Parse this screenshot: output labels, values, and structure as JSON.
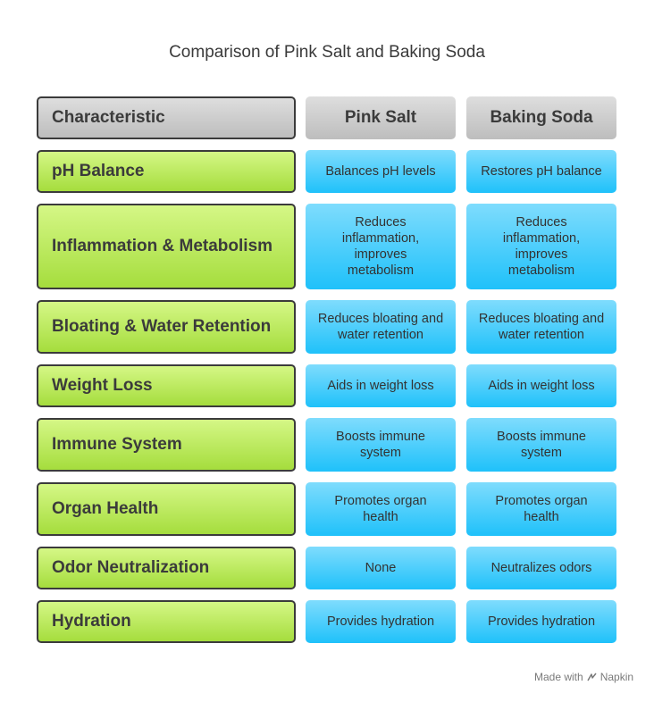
{
  "title": "Comparison of Pink Salt and Baking Soda",
  "header": {
    "col0": "Characteristic",
    "col1": "Pink Salt",
    "col2": "Baking Soda"
  },
  "rows": [
    {
      "characteristic": "pH Balance",
      "pink_salt": "Balances pH levels",
      "baking_soda": "Restores pH balance"
    },
    {
      "characteristic": "Inflammation & Metabolism",
      "pink_salt": "Reduces inflammation, improves metabolism",
      "baking_soda": "Reduces inflammation, improves metabolism"
    },
    {
      "characteristic": "Bloating & Water Retention",
      "pink_salt": "Reduces bloating and water retention",
      "baking_soda": "Reduces bloating and water retention"
    },
    {
      "characteristic": "Weight Loss",
      "pink_salt": "Aids in weight loss",
      "baking_soda": "Aids in weight loss"
    },
    {
      "characteristic": "Immune System",
      "pink_salt": "Boosts immune system",
      "baking_soda": "Boosts immune system"
    },
    {
      "characteristic": "Organ Health",
      "pink_salt": "Promotes organ health",
      "baking_soda": "Promotes organ health"
    },
    {
      "characteristic": "Odor Neutralization",
      "pink_salt": "None",
      "baking_soda": "Neutralizes odors"
    },
    {
      "characteristic": "Hydration",
      "pink_salt": "Provides hydration",
      "baking_soda": "Provides hydration"
    }
  ],
  "footer": {
    "made_with": "Made with",
    "brand": "Napkin",
    "icon": "napkin-logo-icon"
  },
  "colors": {
    "characteristic_fill": "#b8e85a",
    "value_fill": "#3ccbfc",
    "header_fill": "#cfcfcf",
    "border": "#3b3b3b"
  }
}
